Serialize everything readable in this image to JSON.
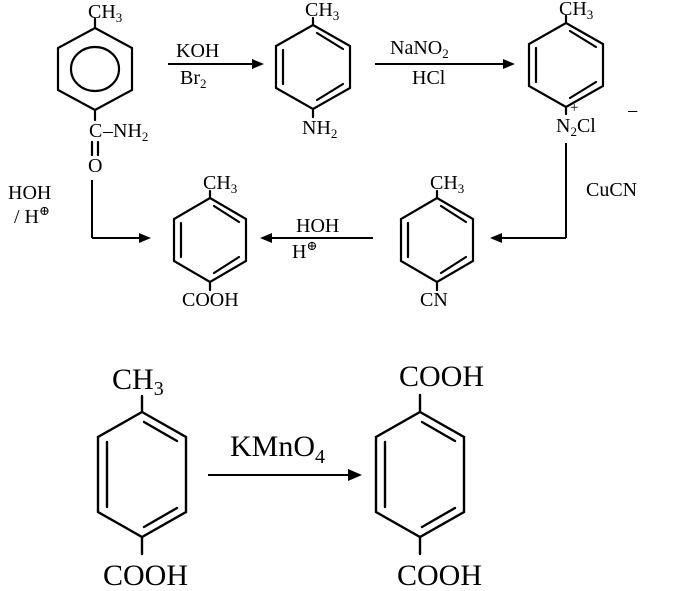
{
  "scheme_top": {
    "compounds": {
      "p_toluamide": {
        "top": "CH",
        "top_sub": "3",
        "amide_c": "C",
        "amide_n": "–NH",
        "amide_n_sub": "2",
        "amide_o": "O"
      },
      "p_toluidine": {
        "top": "CH",
        "top_sub": "3",
        "bottom": "NH",
        "bottom_sub": "2"
      },
      "diazonium": {
        "top": "CH",
        "top_sub": "3",
        "n": "N",
        "n_sub": "2",
        "cl": "Cl",
        "plus": "+",
        "minus": "−"
      },
      "p_tolunitrile": {
        "top": "CH",
        "top_sub": "3",
        "bottom": "CN"
      },
      "p_toluic_acid": {
        "top": "CH",
        "top_sub": "3",
        "bottom": "COOH"
      }
    },
    "reagents": {
      "hofmann_top": "KOH",
      "hofmann_bottom": "Br",
      "hofmann_bottom_sub": "2",
      "diazo_top": "NaNO",
      "diazo_top_sub": "2",
      "diazo_bottom": "HCl",
      "sandmeyer": "CuCN",
      "nitrile_hydrolysis_top": "HOH",
      "nitrile_hydrolysis_bottom": "H",
      "nitrile_hydrolysis_sup": "⊕",
      "amide_hydrolysis_top": "HOH",
      "amide_hydrolysis_bottom": "/ H",
      "amide_hydrolysis_sup": "⊕"
    }
  },
  "scheme_bottom": {
    "reactant": {
      "top": "CH",
      "top_sub": "3",
      "bottom": "COOH"
    },
    "reagent": "KMnO",
    "reagent_sub": "4",
    "product": {
      "top": "COOH",
      "bottom": "COOH"
    }
  }
}
